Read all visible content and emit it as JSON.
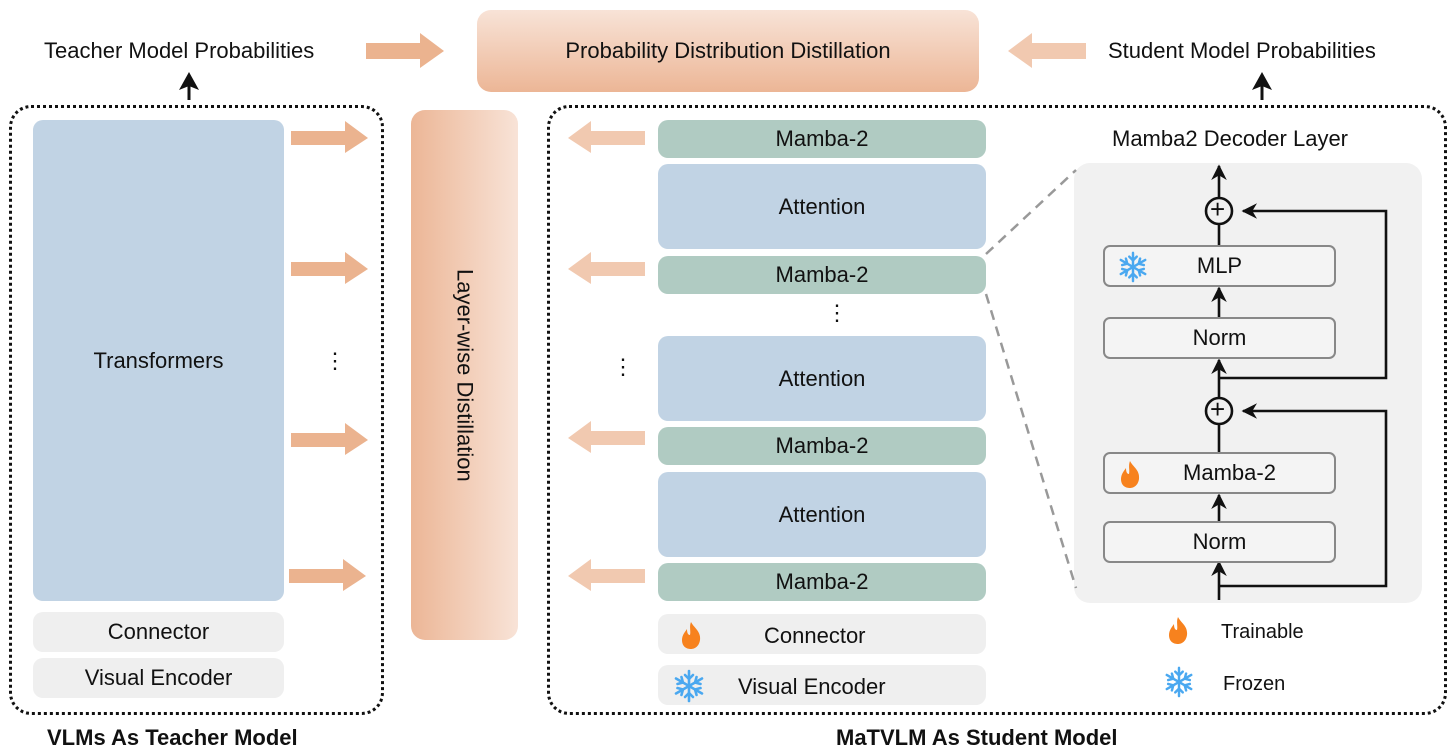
{
  "top": {
    "teacher_probabilities": "Teacher Model Probabilities",
    "student_probabilities": "Student Model Probabilities",
    "distribution_distillation": "Probability Distribution Distillation"
  },
  "teacher": {
    "transformers": "Transformers",
    "connector": "Connector",
    "visual_encoder": "Visual Encoder",
    "caption": "VLMs As Teacher Model",
    "ellipsis": "⋮"
  },
  "layerwise": {
    "label": "Layer-wise Distillation"
  },
  "student": {
    "layers": [
      {
        "type": "mamba",
        "label": "Mamba-2"
      },
      {
        "type": "attention",
        "label": "Attention"
      },
      {
        "type": "mamba",
        "label": "Mamba-2"
      },
      {
        "type": "attention",
        "label": "Attention"
      },
      {
        "type": "mamba",
        "label": "Mamba-2"
      },
      {
        "type": "attention",
        "label": "Attention"
      },
      {
        "type": "mamba",
        "label": "Mamba-2"
      }
    ],
    "connector": "Connector",
    "visual_encoder": "Visual Encoder",
    "caption": "MaTVLM As Student Model",
    "ellipsis": "⋮"
  },
  "decoder": {
    "title": "Mamba2 Decoder Layer",
    "mlp": "MLP",
    "norm_top": "Norm",
    "mamba": "Mamba-2",
    "norm_bottom": "Norm",
    "plus": "+"
  },
  "legend": {
    "trainable": "Trainable",
    "frozen": "Frozen"
  },
  "colors": {
    "arrow_teacher": "#ebb38f",
    "arrow_student": "#f1c9b0",
    "attention": "#c1d3e4",
    "mamba": "#b0cbc2",
    "fire": "#f7821e",
    "snow": "#4aa8f0"
  }
}
